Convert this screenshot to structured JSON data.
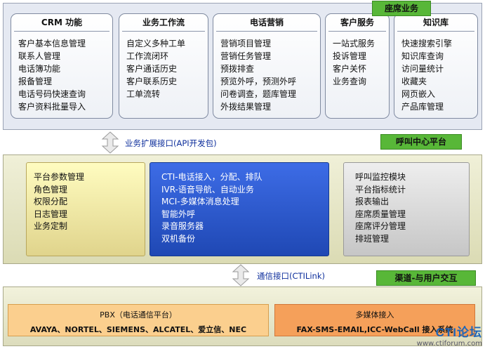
{
  "top_layer": {
    "tag": "座席业务",
    "cards": [
      {
        "title": "CRM 功能",
        "items": [
          "客户基本信息管理",
          "联系人管理",
          "电话簿功能",
          "报备管理",
          "电话号码快速查询",
          "客户资料批量导入"
        ]
      },
      {
        "title": "业务工作流",
        "items": [
          "自定义多种工单",
          "工作流闭环",
          "客户通话历史",
          "客户联系历史",
          "工单流转"
        ]
      },
      {
        "title": "电话营销",
        "items": [
          "营销项目管理",
          "营销任务管理",
          "预拨排查",
          "预览外呼，预测外呼",
          "问卷调查，题库管理",
          "外拨结果管理"
        ]
      },
      {
        "title": "客户服务",
        "items": [
          "一站式服务",
          "投诉管理",
          "客户关怀",
          "业务查询"
        ]
      },
      {
        "title": "知识库",
        "items": [
          "快速搜索引擎",
          "知识库查询",
          "访问量统计",
          "收藏夹",
          "网页嵌入",
          "产品库管理"
        ]
      }
    ]
  },
  "connector_api": "业务扩展接口(API开发包)",
  "mid_layer": {
    "tag": "呼叫中心平台",
    "left_items": [
      "平台参数管理",
      "角色管理",
      "权限分配",
      "日志管理",
      "业务定制"
    ],
    "center_items": [
      "CTI-电话接入，分配、排队",
      "IVR-语音导航、自动业务",
      "MCI-多媒体消息处理",
      "智能外呼",
      "录音服务器",
      "双机备份"
    ],
    "right_items": [
      "呼叫监控模块",
      "平台指标统计",
      "报表输出",
      "座席质量管理",
      "座席评分管理",
      "排班管理"
    ]
  },
  "connector_cti": "通信接口(CTILink)",
  "bottom_layer": {
    "tag": "渠道-与用户交互",
    "pbx_title": "PBX（电话通信平台）",
    "pbx_vendors": "AVAYA、NORTEL、SIEMENS、ALCATEL、爱立信、NEC",
    "media_title": "多媒体接入",
    "media_channels": "FAX-SMS-EMAIL,ICC-WebCall 接入系统"
  },
  "brand": {
    "logo": "CTI论坛",
    "site": "www.ctiforum.com"
  },
  "colors": {
    "tag_green": "#58b738",
    "connector_blue": "#0e2f9c",
    "cti_blue": "#2a58d0",
    "pbx_orange": "#f5a05a"
  }
}
